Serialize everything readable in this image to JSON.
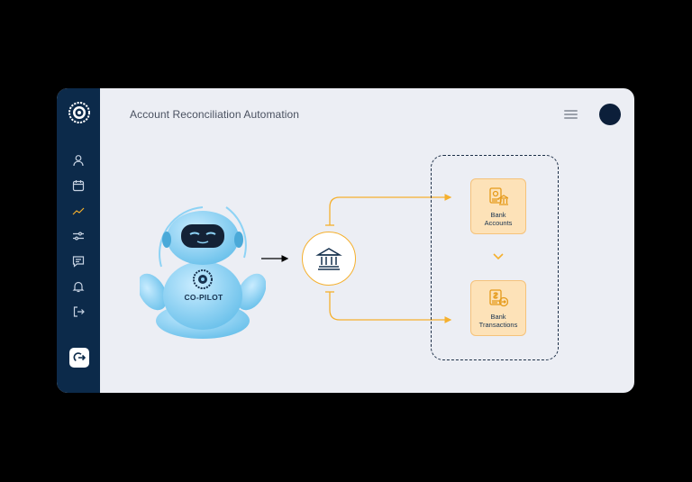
{
  "header": {
    "title": "Account Reconciliation Automation"
  },
  "sidebar": {
    "items": [
      {
        "name": "profile",
        "icon": "user-icon"
      },
      {
        "name": "calendar",
        "icon": "calendar-icon"
      },
      {
        "name": "analytics",
        "icon": "trend-line-icon"
      },
      {
        "name": "filters",
        "icon": "sliders-icon"
      },
      {
        "name": "messages",
        "icon": "chat-icon"
      },
      {
        "name": "notifications",
        "icon": "bell-icon"
      },
      {
        "name": "exit",
        "icon": "exit-icon"
      }
    ],
    "logout_icon": "logout-icon"
  },
  "assistant": {
    "badge_text": "CO-PILOT"
  },
  "flow": {
    "source_icon": "bank-icon",
    "targets": [
      {
        "label_line1": "Bank",
        "label_line2": "Accounts",
        "icon": "bank-accounts-icon"
      },
      {
        "label_line1": "Bank",
        "label_line2": "Transactions",
        "icon": "bank-transactions-icon"
      }
    ]
  },
  "colors": {
    "sidebar": "#0c2a4a",
    "canvas": "#eceef4",
    "accent": "#f5b02e",
    "card_fill": "#fde2b8",
    "robot": "#8ed3f5"
  }
}
